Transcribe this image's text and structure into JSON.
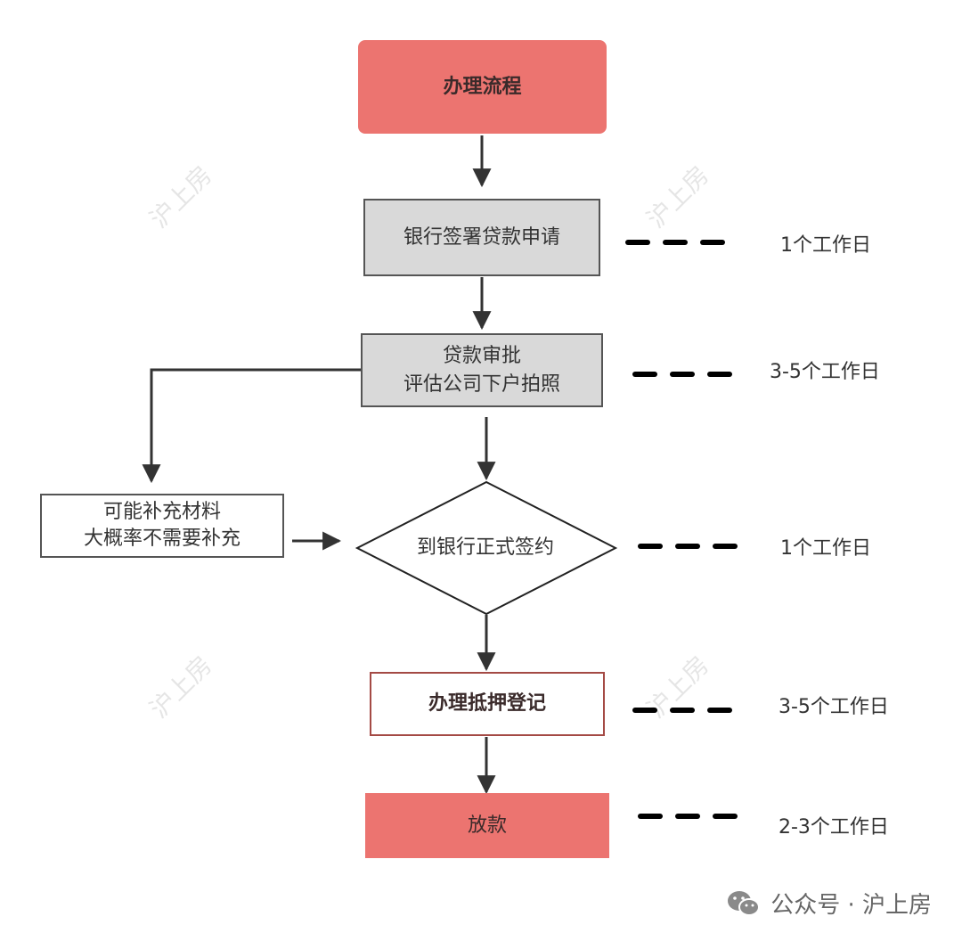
{
  "nodes": {
    "title": "办理流程",
    "bank_sign": "银行签署贷款申请",
    "approval_line1": "贷款审批",
    "approval_line2": "评估公司下户拍照",
    "supplement_line1": "可能补充材料",
    "supplement_line2": "大概率不需要补充",
    "formal_sign": "到银行正式签约",
    "mortgage": "办理抵押登记",
    "loan": "放款"
  },
  "durations": {
    "bank_sign": "1个工作日",
    "approval": "3-5个工作日",
    "formal_sign": "1个工作日",
    "mortgage": "3-5个工作日",
    "loan": "2-3个工作日"
  },
  "watermark": "沪上房",
  "footer": {
    "icon": "wechat-icon",
    "text": "公众号 · 沪上房"
  },
  "colors": {
    "highlight": "#ec7470",
    "gray_box": "#d9d9d9",
    "mortgage_border": "#a44a45"
  }
}
